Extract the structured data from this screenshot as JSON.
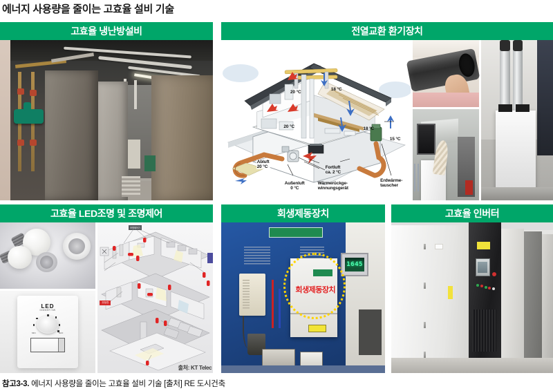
{
  "document": {
    "title": "에너지 사용량을 줄이는 고효율 설비 기술",
    "caption_ref": "참고3-3.",
    "caption_text": " 에너지 사용량을 줄이는 고효율 설비 기술  [출처] RE 도시건축"
  },
  "theme": {
    "header_green": "#00a669",
    "header_text": "#ffffff",
    "page_background": "#ffffff",
    "caption_color": "#111111",
    "regen_red": "#e01f1f",
    "regen_circle_yellow": "#ffd400",
    "lcd_green": "#4dffb0"
  },
  "panels": [
    {
      "id": "hvac",
      "header": "고효율 냉난방설비",
      "media": "photo-mechanical-room"
    },
    {
      "id": "erv",
      "header": "전열교환 환기장치",
      "media": "illustration-house-ventilation"
    },
    {
      "id": "led",
      "header": "고효율 LED조명 및 조명제어",
      "media": "photo-led-bulbs-and-dimmer"
    },
    {
      "id": "regen",
      "header": "회생제동장치",
      "media": "photo-regenerative-braking"
    },
    {
      "id": "inverter",
      "header": "고효율 인버터",
      "media": "photo-inverter-cabinets"
    }
  ],
  "house_diagram": {
    "labels": [
      {
        "id": "attic_temp",
        "text": "20 °C"
      },
      {
        "id": "attic_supply",
        "text": "18 °C"
      },
      {
        "id": "living_temp",
        "text": "20 °C"
      },
      {
        "id": "room_supply",
        "text": "18 °C"
      },
      {
        "id": "outdoor_pre",
        "text": "15 °C"
      },
      {
        "id": "abluft",
        "text": "Abluft\n20 °C"
      },
      {
        "id": "aussenluft",
        "text": "Außenluft\n0 °C"
      },
      {
        "id": "waermeruck",
        "text": "Wärmerückge-\nwinnungsgerät"
      },
      {
        "id": "fortluft",
        "text": "Fortluft\nca. 2 °C"
      },
      {
        "id": "erdwaerme",
        "text": "Erdwärme-\ntauscher"
      }
    ],
    "abluft_line1": "Abluft",
    "abluft_line2": "20 °C",
    "aussenluft_line1": "Außenluft",
    "aussenluft_line2": "0 °C",
    "waermeruck_line1": "Wärmerückge-",
    "waermeruck_line2": "winnungsgerät",
    "fortluft_line1": "Fortluft",
    "fortluft_line2": "ca. 2 °C",
    "erdwaerme_line1": "Erdwärme-",
    "erdwaerme_line2": "tauscher",
    "temp_attic": "20 °C",
    "temp_attic_supply": "18 °C",
    "temp_living": "20 °C",
    "temp_room_supply": "18 °C",
    "temp_ground": "15 °C"
  },
  "led_panel": {
    "dimmer_logo": "LED",
    "dimmer_sub": "DIMMER SW",
    "dimmer_min": "MIN",
    "dimmer_max": "MAX",
    "diagram_source": "출처: KT Telec",
    "red_tag": "무정전",
    "dark_tag": "조명제어기"
  },
  "regen_panel": {
    "overlay_caption": "회생제동장치",
    "display_value": "1645"
  }
}
